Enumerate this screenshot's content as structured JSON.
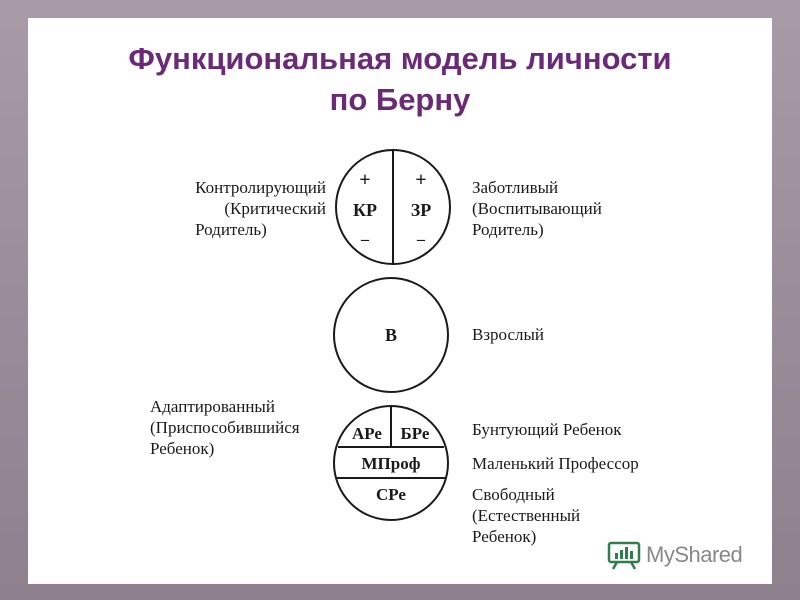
{
  "title": {
    "line1": "Функциональная модель личности",
    "line2": "по Берну"
  },
  "parent": {
    "left_label": [
      "Контролирующий",
      "(Критический",
      "Родитель)"
    ],
    "right_label": [
      "Заботливый",
      "(Воспитывающий",
      "Родитель)"
    ],
    "left_code": "КР",
    "right_code": "ЗР",
    "plus": "+",
    "minus": "–"
  },
  "adult": {
    "code": "В",
    "label": "Взрослый"
  },
  "child": {
    "left_label": [
      "Адаптированный",
      "(Приспособившийся",
      "Ребенок)"
    ],
    "code_adapted": "АРе",
    "code_rebel": "БРе",
    "code_professor": "МПроф",
    "code_free": "СРе",
    "rebel_label": "Бунтующий Ребенок",
    "professor_label": "Маленький Профессор",
    "free_label": [
      "Свободный",
      "(Естественный",
      "Ребенок)"
    ]
  },
  "logo": {
    "text": "MyShared"
  },
  "colors": {
    "title": "#6a2a78",
    "frame": "#9a8c99",
    "text": "#1a1a1a"
  }
}
